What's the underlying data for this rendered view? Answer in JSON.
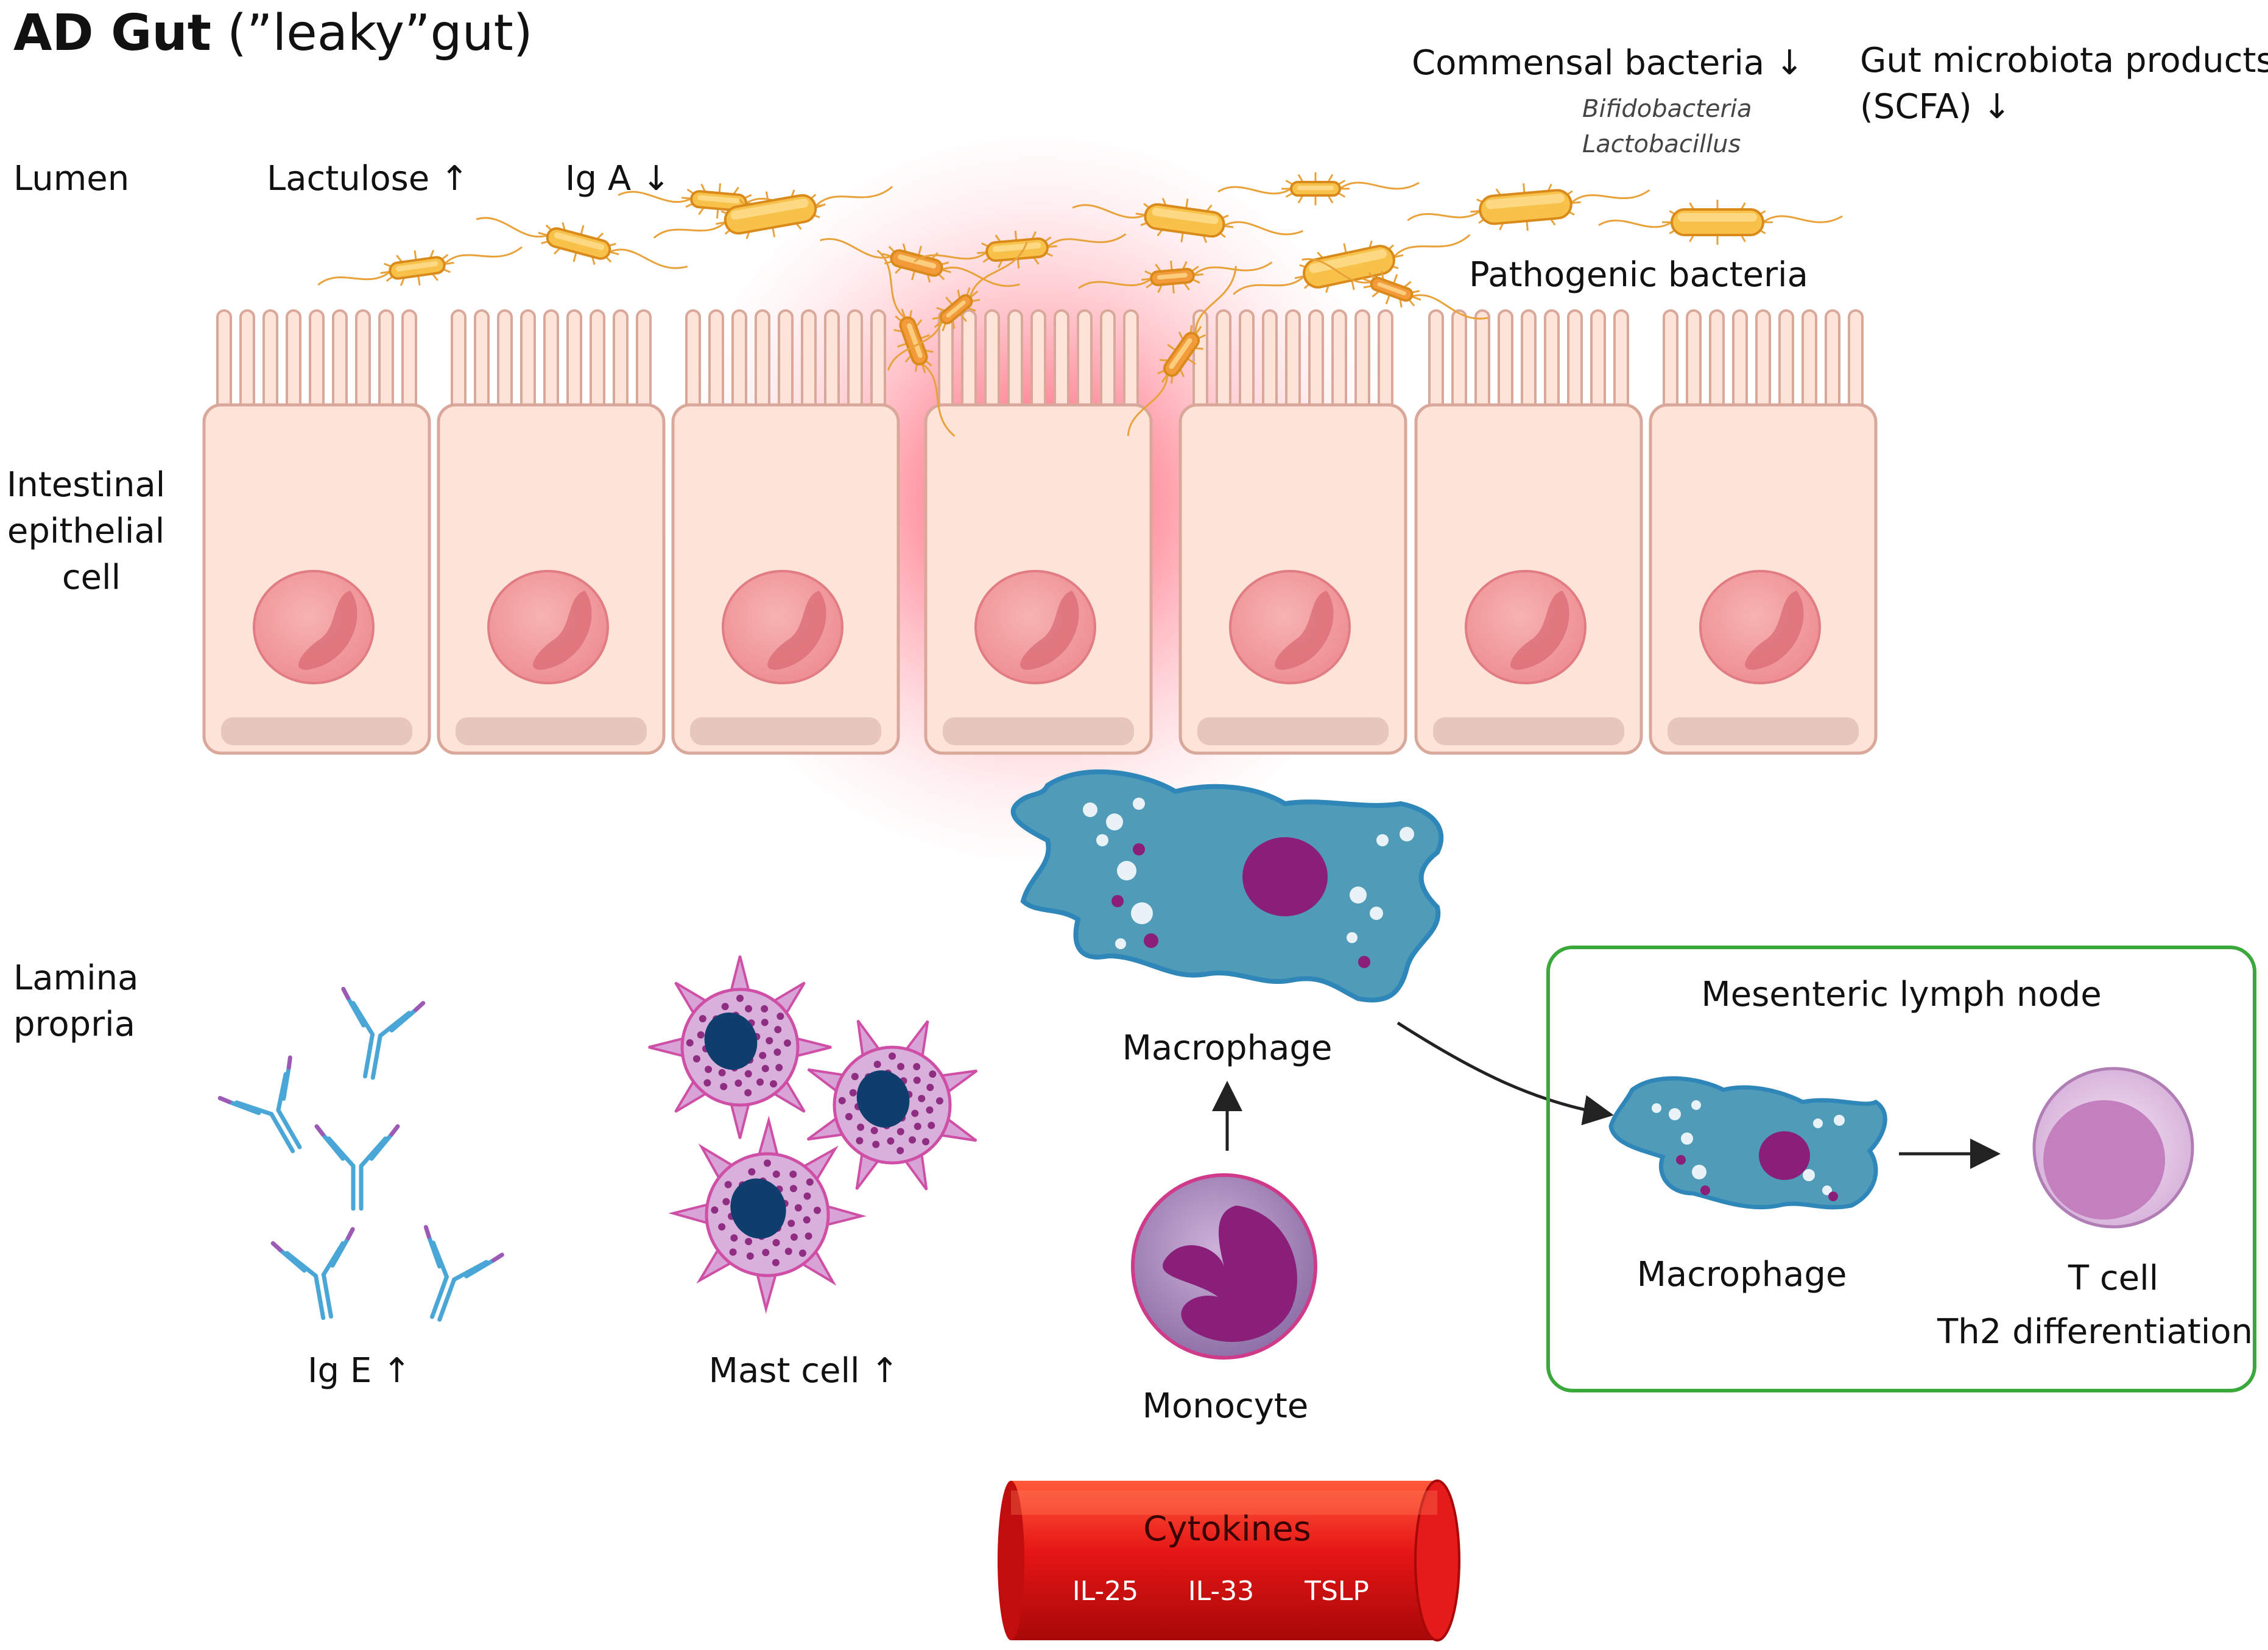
{
  "title": {
    "bold": "AD Gut",
    "rest": " (”leaky”gut)"
  },
  "regions": {
    "lumen": "Lumen",
    "epithelial": [
      "Intestinal",
      "epithelial",
      "cell"
    ],
    "lamina": [
      "Lamina",
      "propria"
    ]
  },
  "lumen_labels": {
    "lactulose": "Lactulose ↑",
    "iga": "Ig A ↓",
    "commensal": "Commensal bacteria ↓",
    "commensal_species": [
      "Bifidobacteria",
      "Lactobacillus"
    ],
    "microbiota": [
      "Gut microbiota products",
      "(SCFA) ↓"
    ],
    "pathogenic": "Pathogenic bacteria"
  },
  "lamina_labels": {
    "ige": "Ig E ↑",
    "mast": "Mast cell ↑",
    "macrophage": "Macrophage",
    "monocyte": "Monocyte"
  },
  "lymph_node": {
    "title": "Mesenteric lymph node",
    "macrophage": "Macrophage",
    "tcell": [
      "T cell",
      "Th2 differentiation"
    ]
  },
  "vessel": {
    "title": "Cytokines",
    "items": [
      "IL-25",
      "IL-33",
      "TSLP"
    ]
  },
  "colors": {
    "cell_fill": "#fde3d8",
    "cell_stroke": "#d9a89a",
    "nucleus": "#f2a0a0",
    "inflammation": "#ff3b5c",
    "bacteria": "#f7c14a",
    "bacteria_pathogen": "#f39a3a",
    "macrophage": "#4f9bb8",
    "mast": "#c785c7",
    "antibody": "#4aa6d6",
    "vessel": "#e01010",
    "lymph_border": "#3aa83a"
  }
}
